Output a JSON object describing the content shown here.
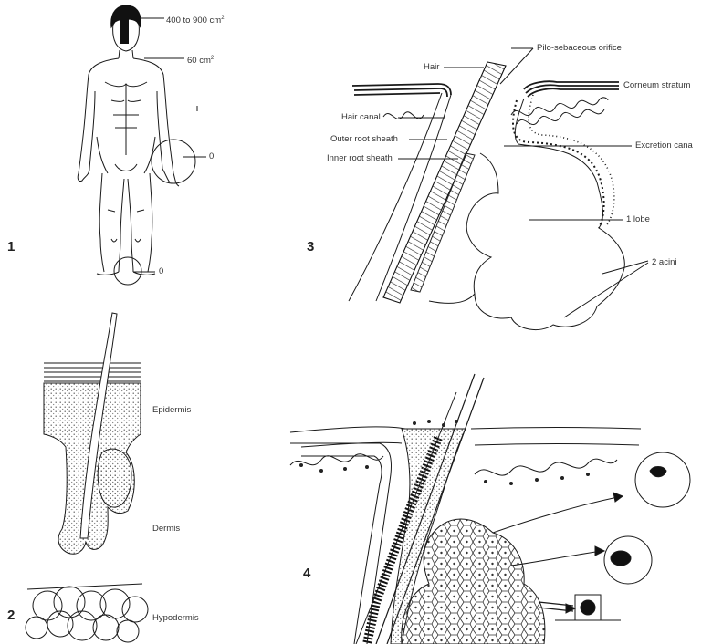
{
  "panels": {
    "panel1": {
      "number": "1",
      "labels": {
        "scalp": "400 to 900 cm",
        "scalp_sup": "2",
        "chest": "60 cm",
        "chest_sup": "2",
        "palm": "0",
        "sole": "0"
      }
    },
    "panel2": {
      "number": "2",
      "labels": {
        "epidermis": "Epidermis",
        "dermis": "Dermis",
        "hypodermis": "Hypodermis"
      }
    },
    "panel3": {
      "number": "3",
      "labels": {
        "hair": "Hair",
        "pilo_orifice": "Pilo-sebaceous orifice",
        "corneum": "Corneum stratum",
        "hair_canal": "Hair canal",
        "outer_root": "Outer root sheath",
        "inner_root": "Inner root sheath",
        "excretion": "Excretion cana",
        "lobe": "1 lobe",
        "acini": "2 acini"
      }
    },
    "panel4": {
      "number": "4"
    }
  },
  "colors": {
    "ink": "#1a1a1a",
    "label": "#333333"
  }
}
